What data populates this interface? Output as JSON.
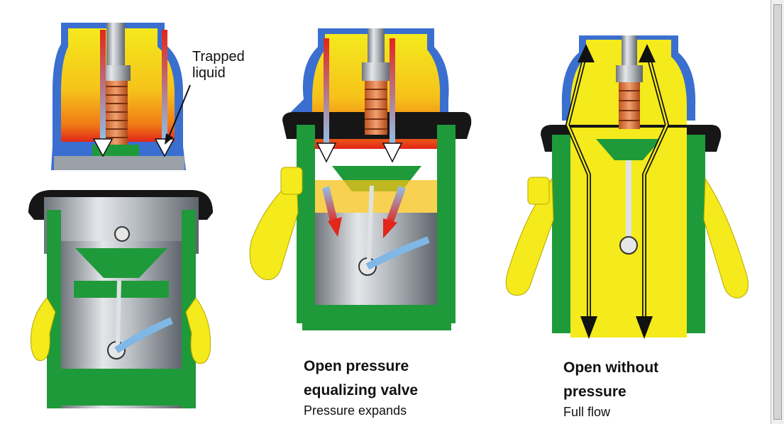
{
  "panel1": {
    "callout_line1": "Trapped",
    "callout_line2": "liquid"
  },
  "panel2": {
    "heading_line1": "Open pressure",
    "heading_line2": "equalizing valve",
    "subtext": "Pressure expands"
  },
  "panel3": {
    "heading_line1": "Open without",
    "heading_line2": "pressure",
    "subtext": "Full flow"
  },
  "colors": {
    "body_green": "#1f9a3a",
    "liquid_yellow": "#f4ea1c",
    "housing_blue": "#3a6fd0",
    "seal_black": "#161616",
    "metal_grey": "#b7bcc2",
    "heat_red": "#e2261a",
    "heat_orange": "#f28a1a"
  }
}
